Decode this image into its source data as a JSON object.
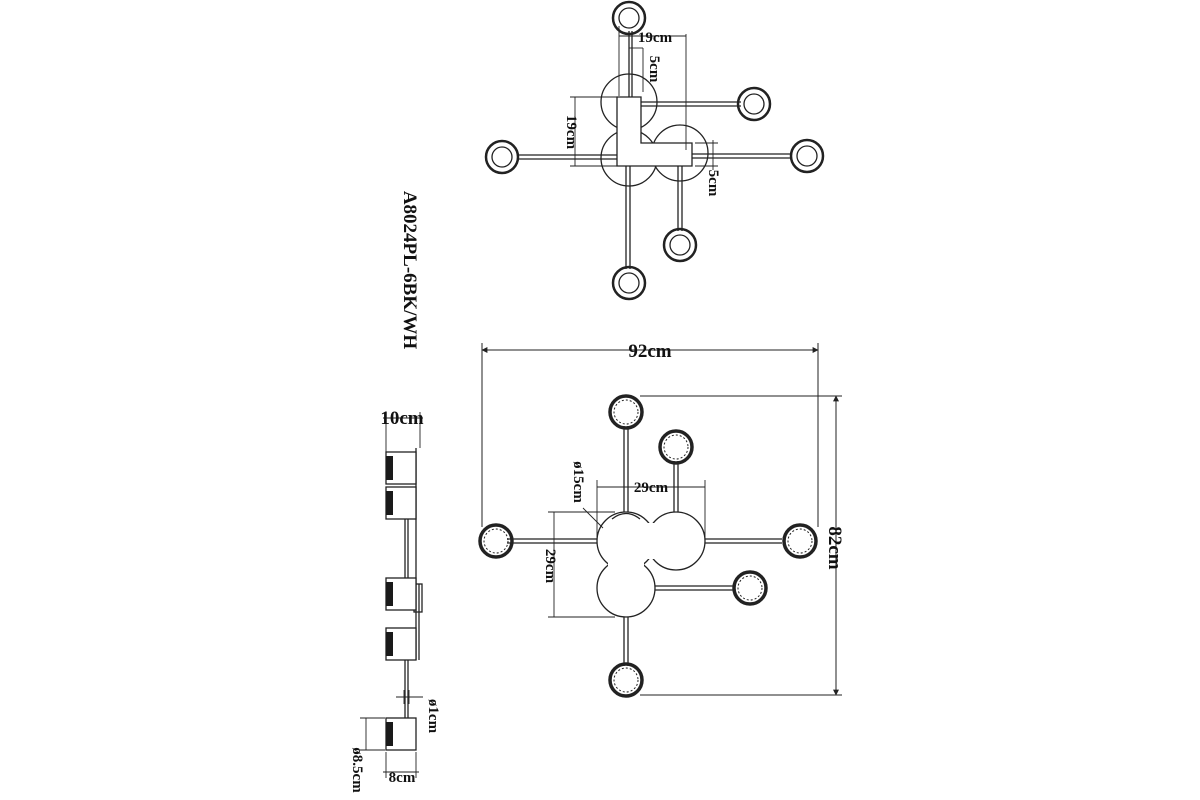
{
  "model": "A8024PL-6BK/WH",
  "colors": {
    "line": "#222222",
    "shade_dark": "#1a1a1a",
    "background": "#ffffff"
  },
  "top_view": {
    "dims": {
      "width_19": "19cm",
      "offset_5_top": "5cm",
      "height_19": "19cm",
      "offset_5_right": "5cm"
    }
  },
  "front_view": {
    "dims": {
      "overall_width": "92cm",
      "overall_height": "82cm",
      "canopy_diameter": "ø15cm",
      "canopy_span_x": "29cm",
      "canopy_span_y": "29cm"
    }
  },
  "side_view": {
    "dims": {
      "depth": "10cm",
      "rod_diameter": "ø1cm",
      "shade_diameter": "ø8.5cm",
      "shade_height": "8cm"
    }
  }
}
